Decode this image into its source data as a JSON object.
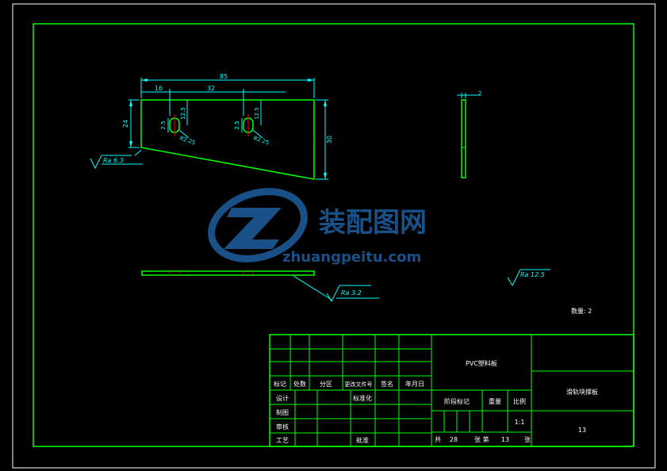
{
  "colors": {
    "background": "#000000",
    "outline": "#00ff00",
    "dimension": "#00ffff",
    "center_mark": "#ff0000",
    "sheet_border": "#ffffff",
    "text": "#ffffff",
    "watermark": "#1e5fa0"
  },
  "dimensions": {
    "overall_length": "85",
    "left_offset": "16",
    "slot_spacing": "32",
    "left_height": "24",
    "right_height": "30",
    "slot_height_1": "12.5",
    "slot_height_2": "12.5",
    "slot_width_1": "2.5",
    "slot_width_2": "2.5",
    "slot_radius_1": "R2.25",
    "slot_radius_2": "R2.25",
    "thickness": "2"
  },
  "surface_finish": {
    "front_view": "Ra 6.3",
    "bottom_view": "Ra 3.2",
    "general": "Ra 12.5"
  },
  "watermark": {
    "brand": "装配图网",
    "site": "zhuangpeitu.com"
  },
  "quantity": "数量: 2",
  "title_block": {
    "row_labels": [
      "标记",
      "处数",
      "分区",
      "更改文件号",
      "签名",
      "年月日"
    ],
    "staff": [
      "设计",
      "制图",
      "审核",
      "工艺"
    ],
    "standardize": "标准化",
    "approve": "批准",
    "material": "PVC塑料板",
    "part_name": "滑轨块撑板",
    "stage_label": "阶段标记",
    "weight_label": "重量",
    "scale_label": "比例",
    "scale_value": "1:1",
    "total_prefix": "共",
    "total_sheets": "28",
    "sheet_suffix": "张 第",
    "sheet_no": "13",
    "sheet_end": "张",
    "drawing_no": "13"
  }
}
